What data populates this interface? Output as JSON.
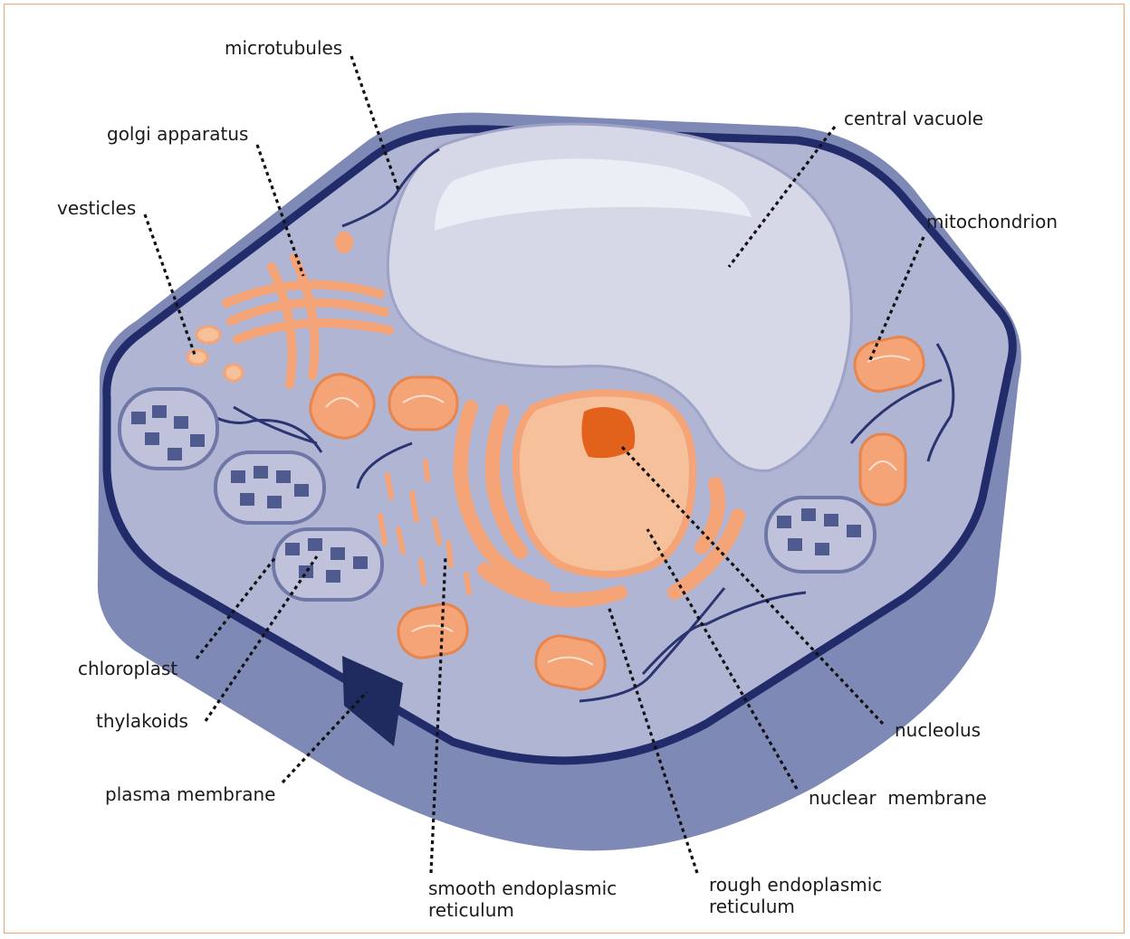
{
  "labels": {
    "microtubules": "microtubules",
    "golgi": "golgi apparatus",
    "vesticles": "vesticles",
    "central_vacuole": "central vacuole",
    "mitochondrion": "mitochondrion",
    "chloroplast": "chloroplast",
    "thylakoids": "thylakoids",
    "plasma_membrane": "plasma membrane",
    "nucleolus": "nucleolus",
    "nuclear_membrane": "nuclear  membrane",
    "smooth_er_line1": "smooth endoplasmic",
    "smooth_er_line2": "reticulum",
    "rough_er_line1": "rough endoplasmic",
    "rough_er_line2": "reticulum"
  },
  "colors": {
    "frame": "#f0a36a",
    "cell_wall_outer": "#7e89b6",
    "cell_wall_rim": "#222c6a",
    "cytoplasm": "#b1b5d4",
    "vacuole": "#d6d8e8",
    "organelle_orange": "#f4a477",
    "nucleus": "#f6c09b",
    "nucleolus": "#e2621b",
    "chloroplast_body": "#bfc2da",
    "thylakoid": "#4f5a8e"
  }
}
